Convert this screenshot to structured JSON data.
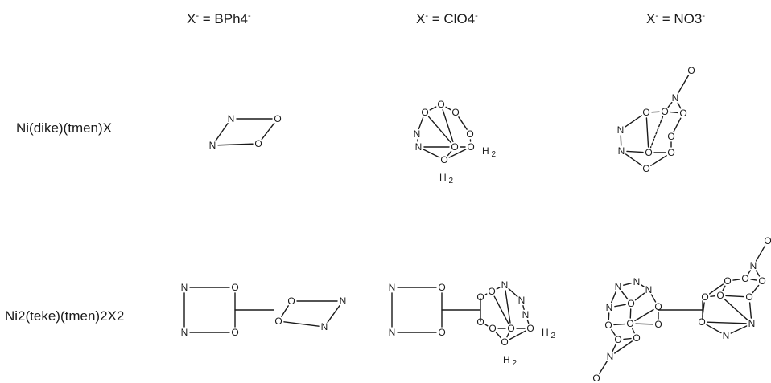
{
  "columns": [
    {
      "prefix": "X",
      "sup": "-",
      "eq": " = ",
      "anion": "BPh4",
      "charge": "-"
    },
    {
      "prefix": "X",
      "sup": "-",
      "eq": " = ",
      "anion": "ClO4",
      "charge": "-"
    },
    {
      "prefix": "X",
      "sup": "-",
      "eq": " = ",
      "anion": "NO3",
      "charge": "-"
    }
  ],
  "rows": [
    {
      "label": "Ni(dike)(tmen)X"
    },
    {
      "label": "Ni2(teke)(tmen)2X2"
    }
  ],
  "atoms": {
    "N": "N",
    "O": "O",
    "H2": "H",
    "H2_sub": "2"
  }
}
